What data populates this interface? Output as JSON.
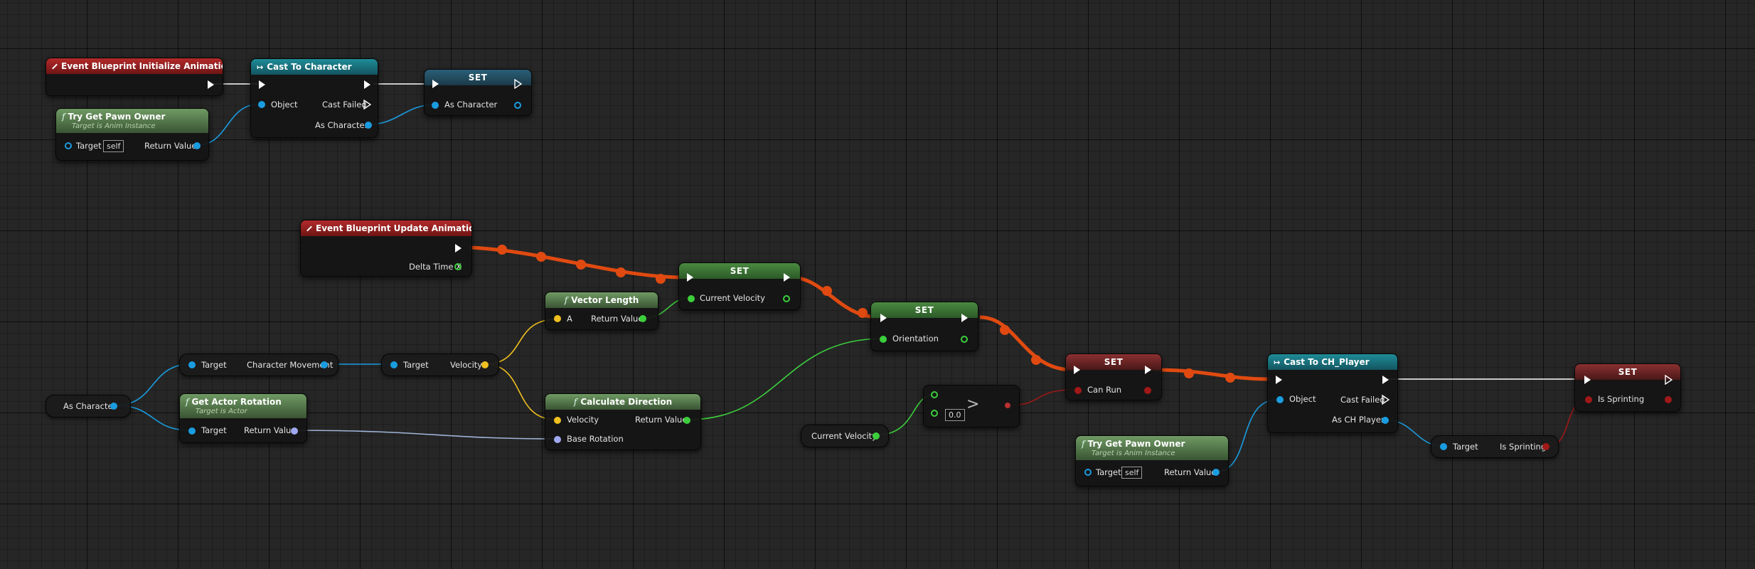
{
  "colors": {
    "exec": "#ffffff",
    "object_pin": "#1a9ce0",
    "vector_pin": "#f0c020",
    "float_pin": "#3ccf3c",
    "rotator_pin": "#a0a8f0",
    "bool_pin": "#a01818",
    "active_exec_wire": "#e04a10"
  },
  "init_event": {
    "title": "Event Blueprint Initialize Animation"
  },
  "try_get_pawn_owner_1": {
    "title": "Try Get Pawn Owner",
    "subtitle": "Target is Anim Instance",
    "target_label": "Target",
    "target_value": "self",
    "return_label": "Return Value"
  },
  "cast_to_character": {
    "title": "Cast To Character",
    "object_label": "Object",
    "cast_failed_label": "Cast Failed",
    "as_label": "As Character"
  },
  "set_character": {
    "title": "SET",
    "var_label": "As Character"
  },
  "update_event": {
    "title": "Event Blueprint Update Animation",
    "delta_label": "Delta Time X"
  },
  "set_velocity": {
    "title": "SET",
    "var_label": "Current Velocity"
  },
  "vector_length": {
    "title": "Vector Length",
    "a_label": "A",
    "return_label": "Return Value"
  },
  "set_orientation": {
    "title": "SET",
    "var_label": "Orientation"
  },
  "get_as_character": {
    "label": "As Character"
  },
  "char_movement": {
    "target_label": "Target",
    "out_label": "Character Movement"
  },
  "get_velocity": {
    "target_label": "Target",
    "out_label": "Velocity"
  },
  "get_actor_rotation": {
    "title": "Get Actor Rotation",
    "subtitle": "Target is Actor",
    "target_label": "Target",
    "return_label": "Return Value"
  },
  "calc_direction": {
    "title": "Calculate Direction",
    "velocity_label": "Velocity",
    "base_rot_label": "Base Rotation",
    "return_label": "Return Value"
  },
  "get_current_velocity": {
    "label": "Current Velocity"
  },
  "greater": {
    "op": ">",
    "b_value": "0.0"
  },
  "set_can_run": {
    "title": "SET",
    "var_label": "Can Run"
  },
  "try_get_pawn_owner_2": {
    "title": "Try Get Pawn Owner",
    "subtitle": "Target is Anim Instance",
    "target_label": "Target",
    "target_value": "self",
    "return_label": "Return Value"
  },
  "cast_to_ch_player": {
    "title": "Cast To CH_Player",
    "object_label": "Object",
    "cast_failed_label": "Cast Failed",
    "as_label": "As CH Player"
  },
  "is_sprinting_getter": {
    "target_label": "Target",
    "out_label": "Is Sprinting"
  },
  "set_sprinting": {
    "title": "SET",
    "var_label": "Is Sprinting"
  }
}
